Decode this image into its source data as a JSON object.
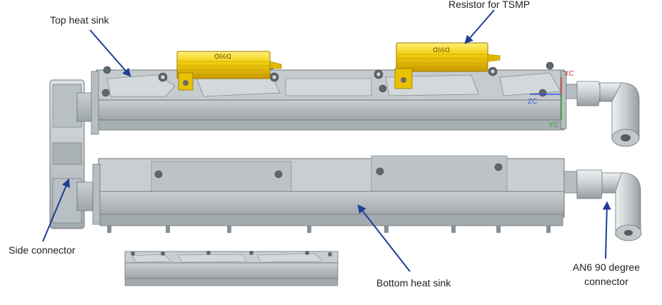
{
  "labels": {
    "top_heat_sink": "Top heat sink",
    "resistor": "Resistor for TSMP",
    "side_connector": "Side connector",
    "bottom_heat_sink": "Bottom heat sink",
    "an6_line1": "AN6 90 degree",
    "an6_line2": "connector"
  },
  "axes": {
    "xc": "XC",
    "zc": "ZC",
    "yc": "YC"
  },
  "resistor_marking": "ᗡ66ᗡ",
  "colors": {
    "arrow": "#1f3f93",
    "resistor_gold": "#e9c400",
    "metal_light": "#cdd3d6",
    "metal_mid": "#b2b9bd",
    "metal_dark": "#8a9296",
    "axis_x": "#d23a3a",
    "axis_z": "#2f56d8",
    "axis_y": "#3aa03a"
  }
}
